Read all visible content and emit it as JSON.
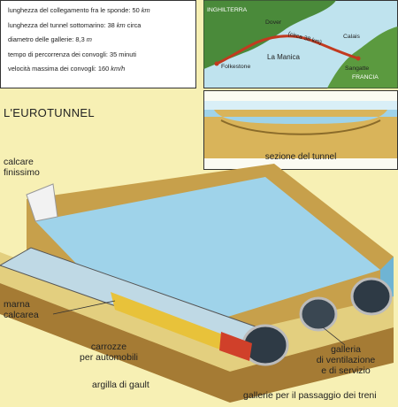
{
  "facts": {
    "length_label": "lunghezza del collegamento fra le sponde: 50",
    "length_unit": "km",
    "undersea_label": "lunghezza del tunnel sottomarino: 38",
    "undersea_unit": "km",
    "undersea_suffix": "circa",
    "diameter_label": "diametro delle gallerie: 8,3",
    "diameter_unit": "m",
    "travel_time": "tempo di percorrenza dei convogli: 35 minuti",
    "speed_label": "velocità massima dei convogli: 160",
    "speed_unit": "km/h"
  },
  "title": "L'EUROTUNNEL",
  "map": {
    "england": "INGHILTERRA",
    "dover": "Dover",
    "calais": "Calais",
    "folkestone": "Folkestone",
    "sangatte": "Sangatte",
    "france": "FRANCIA",
    "channel": "La Manica",
    "distance": "(circa 38 km)"
  },
  "section": {
    "caption": "sezione del tunnel"
  },
  "labels": {
    "calcare": "calcare",
    "finissimo": "finissimo",
    "marna": "marna",
    "calcarea": "calcarea",
    "carrozze": "carrozze",
    "per_auto": "per automobili",
    "argilla": "argilla di gault",
    "galleria": "galleria",
    "ventilazione": "di ventilazione",
    "servizio": "e di servizio",
    "treni": "gallerie per il passaggio dei treni"
  },
  "colors": {
    "background": "#f7f0b4",
    "sea": "#9fd3ea",
    "land": "#d9b45a",
    "map_bg": "#bfe3ee",
    "route": "#c23a1f"
  }
}
